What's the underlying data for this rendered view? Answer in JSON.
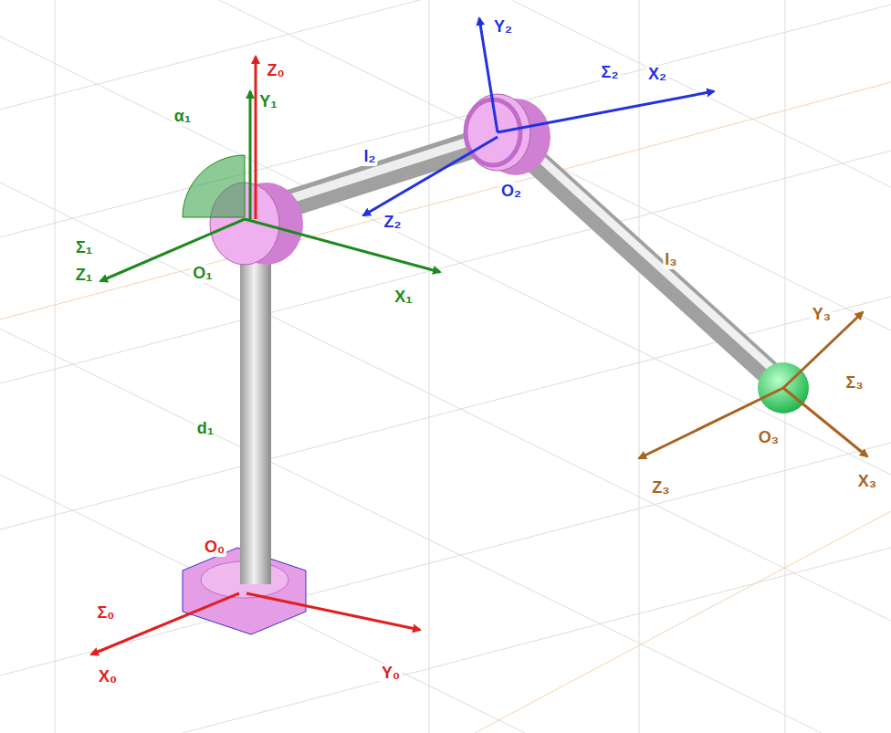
{
  "diagram": {
    "labels": [
      "Z₀",
      "Y₁",
      "α₁",
      "l₂",
      "Y₂",
      "Σ₂",
      "X₂",
      "Z₂",
      "O₂",
      "Σ₁",
      "Z₁",
      "O₁",
      "X₁",
      "l₃",
      "Y₃",
      "Σ₃",
      "O₃",
      "X₃",
      "Z₃",
      "d₁",
      "O₀",
      "Σ₀",
      "X₀",
      "Y₀"
    ]
  }
}
